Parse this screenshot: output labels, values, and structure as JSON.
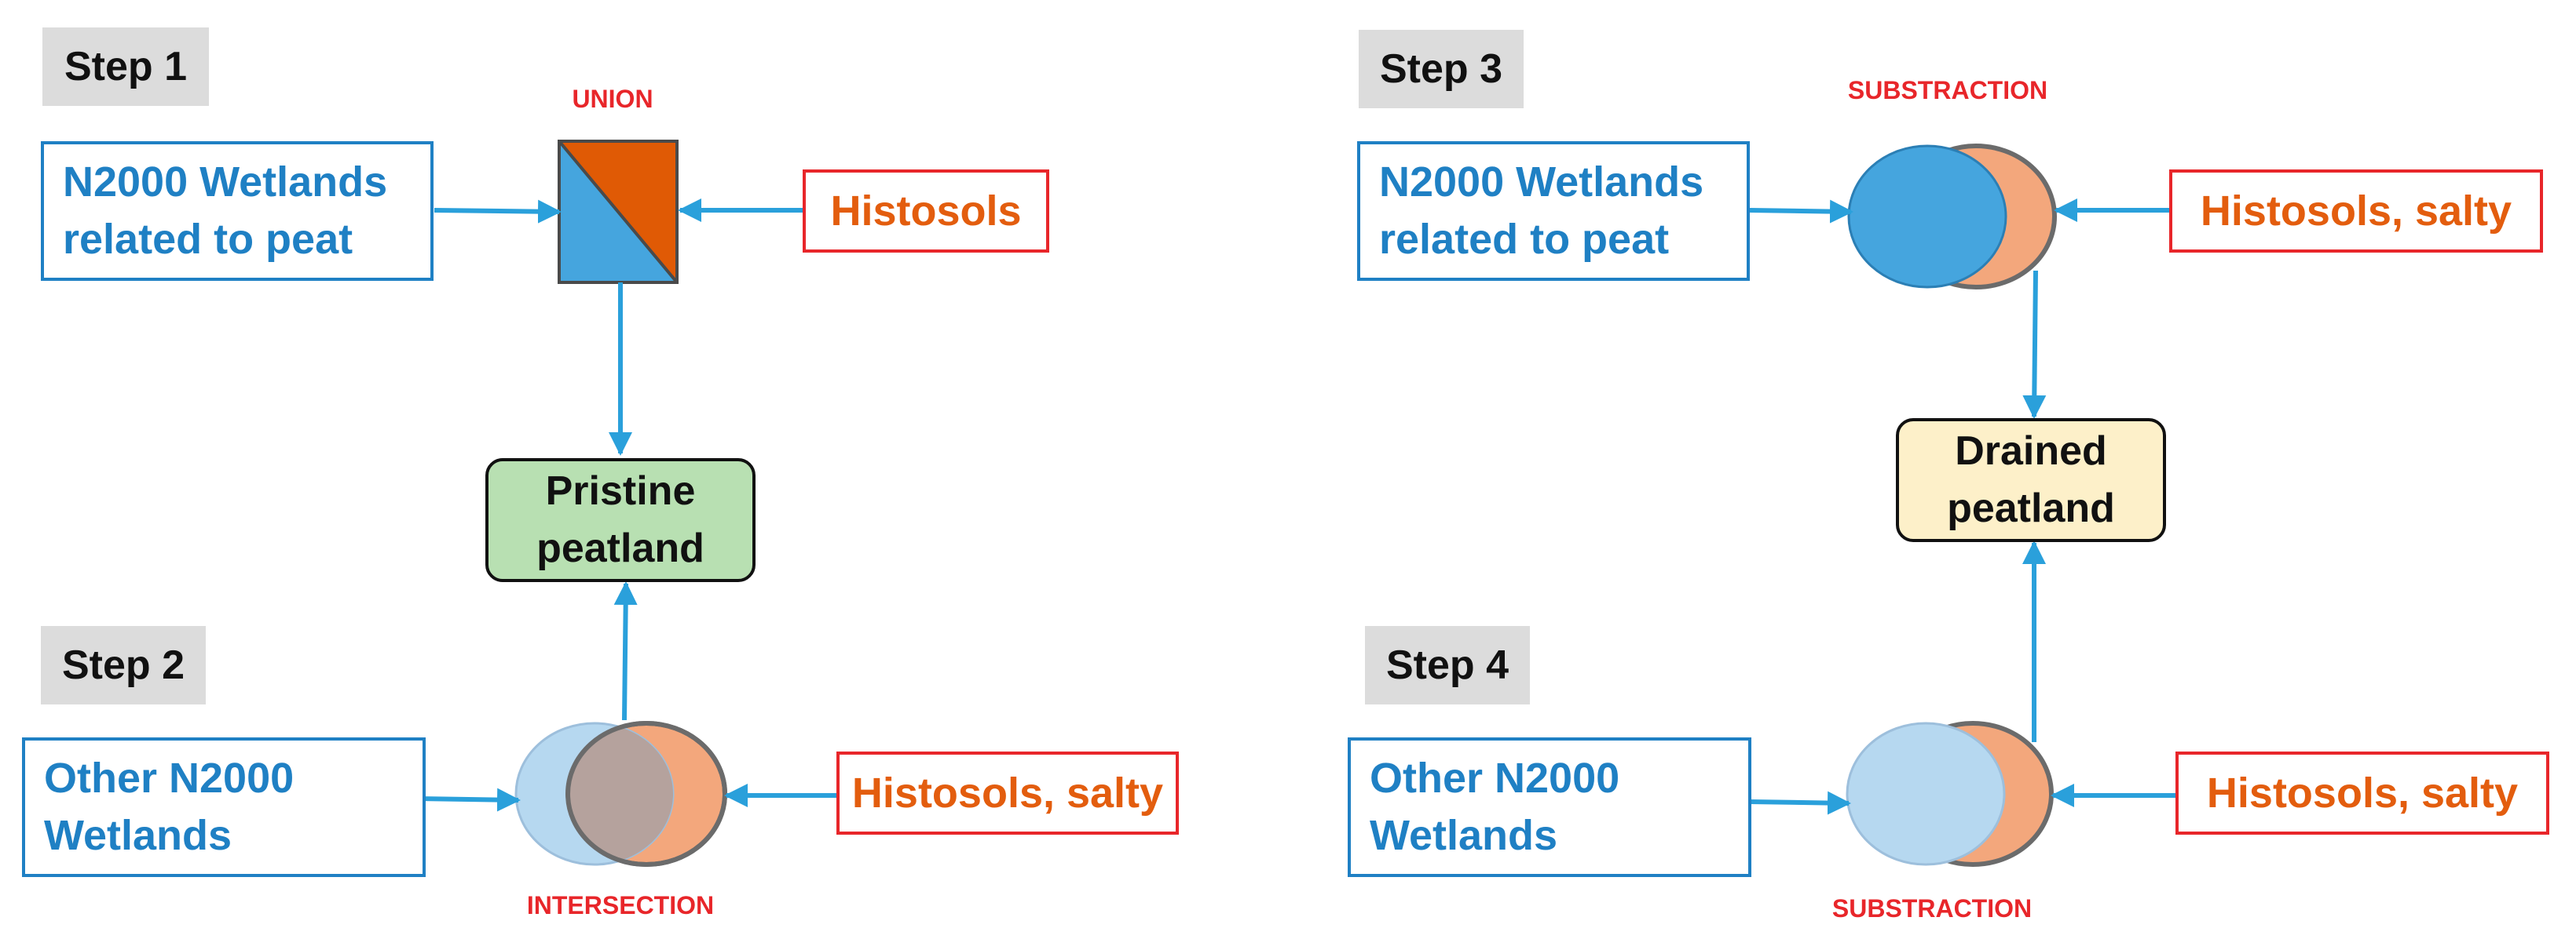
{
  "colors": {
    "blue_text": "#1f80c4",
    "red_border": "#e8262a",
    "orange_text": "#e35d0e",
    "arrow": "#2aa0db",
    "pristine_fill": "#b8e0b2",
    "drained_fill": "#fdf0c9",
    "circle_blue": "#45a5de",
    "circle_light_blue": "#b6d8f0",
    "circle_orange": "#f3a77c",
    "intersection": "#b5a29d",
    "union_orange": "#e05a05"
  },
  "steps": {
    "step1": "Step 1",
    "step2": "Step 2",
    "step3": "Step 3",
    "step4": "Step 4"
  },
  "step1": {
    "source": "N2000 Wetlands\nrelated to peat",
    "layer": "Histosols",
    "operation": "UNION",
    "operation_icon": "union-square-icon"
  },
  "step2": {
    "source": "Other N2000\nWetlands",
    "layer": "Histosols, salty",
    "operation": "INTERSECTION",
    "operation_icon": "intersection-venn-icon"
  },
  "step3": {
    "source": "N2000 Wetlands\nrelated to peat",
    "layer": "Histosols, salty",
    "operation": "SUBSTRACTION",
    "operation_icon": "subtraction-venn-icon"
  },
  "step4": {
    "source": "Other N2000\nWetlands",
    "layer": "Histosols, salty",
    "operation": "SUBSTRACTION",
    "operation_icon": "subtraction-venn-icon"
  },
  "results": {
    "pristine": "Pristine\npeatland",
    "drained": "Drained\npeatland"
  }
}
